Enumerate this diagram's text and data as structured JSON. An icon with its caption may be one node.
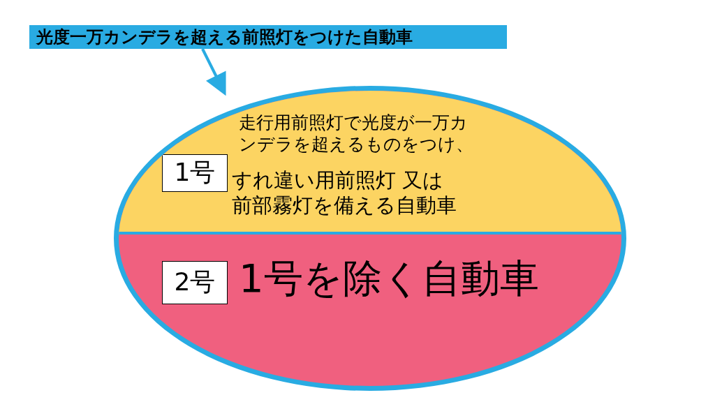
{
  "diagram": {
    "nodes": [
      {
        "text": [
          "光度一万カンデラを超える前照灯をつけた自動車"
        ]
      },
      {
        "text": [],
        "shape": "ellipse"
      },
      {
        "text": [
          "走行用前照灯で光度が一万カンデラを超えるものをつけ、",
          "すれ違い用前照灯 又は前部霧灯を備える自動車"
        ],
        "in": 1
      },
      {
        "text": [
          "1号"
        ],
        "in": 2
      },
      {
        "text": [
          "1号を除く自動車"
        ],
        "in": 1
      },
      {
        "text": [
          "2号"
        ],
        "in": 4
      }
    ],
    "edges": [
      {
        "from": 0,
        "to": 1,
        "arrow": "to"
      }
    ]
  }
}
